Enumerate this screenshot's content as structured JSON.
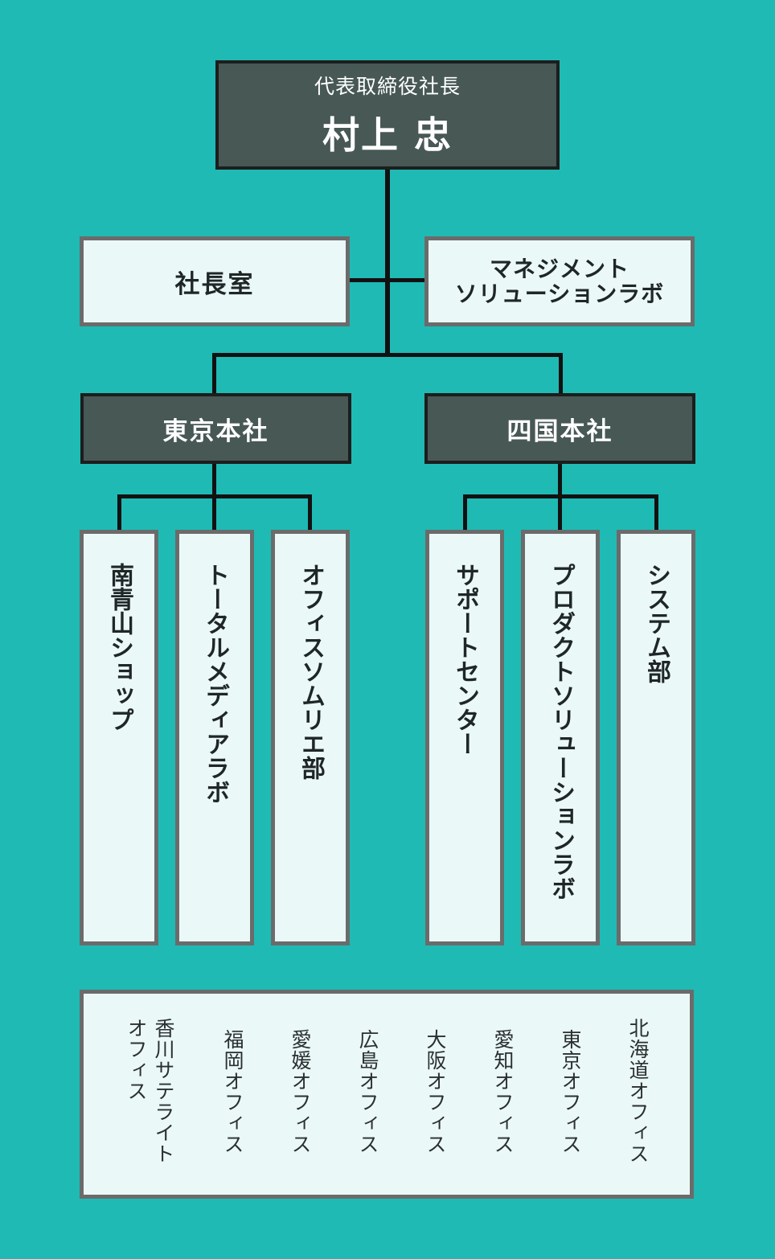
{
  "ceo": {
    "title": "代表取締役社長",
    "name": "村上 忠"
  },
  "staff": {
    "left": "社長室",
    "right_line1": "マネジメント",
    "right_line2": "ソリューションラボ"
  },
  "branches": [
    {
      "name": "東京本社",
      "departments": [
        "南青山ショップ",
        "トータルメディアラボ",
        "オフィスソムリエ部"
      ]
    },
    {
      "name": "四国本社",
      "departments": [
        "サポートセンター",
        "プロダクトソリューションラボ",
        "システム部"
      ]
    }
  ],
  "offices": [
    "北海道オフィス",
    "東京オフィス",
    "愛知オフィス",
    "大阪オフィス",
    "広島オフィス",
    "愛媛オフィス",
    "福岡オフィス",
    "香川サテライトオフィス"
  ],
  "colors": {
    "background": "#1fbab4",
    "dark_box": "#475855",
    "light_box": "#eaf8f7",
    "box_border": "#6b6b6b",
    "connector": "#111111"
  }
}
